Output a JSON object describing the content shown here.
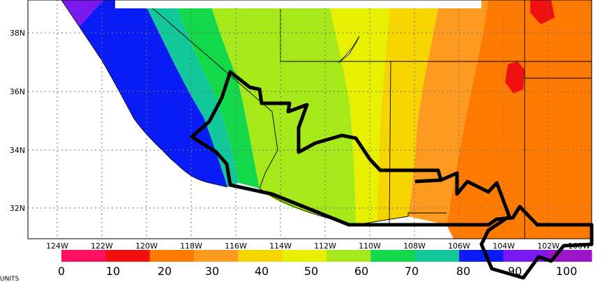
{
  "map": {
    "lat_labels": [
      "38N",
      "36N",
      "34N",
      "32N"
    ],
    "lon_labels": [
      "124W",
      "122W",
      "120W",
      "118W",
      "116W",
      "114W",
      "112W",
      "110W",
      "108W",
      "106W",
      "104W",
      "102W",
      "100W"
    ],
    "colorbar": {
      "values": [
        "0",
        "10",
        "20",
        "30",
        "40",
        "50",
        "60",
        "70",
        "80",
        "90",
        "100"
      ],
      "colors": [
        "#ff1060",
        "#f01010",
        "#ff7a00",
        "#ff9a20",
        "#f6d400",
        "#e6f000",
        "#a6e81a",
        "#12d84a",
        "#12c89a",
        "#0a1cf5",
        "#7a18f0",
        "#9c14c8"
      ],
      "units": "UNITS"
    }
  }
}
